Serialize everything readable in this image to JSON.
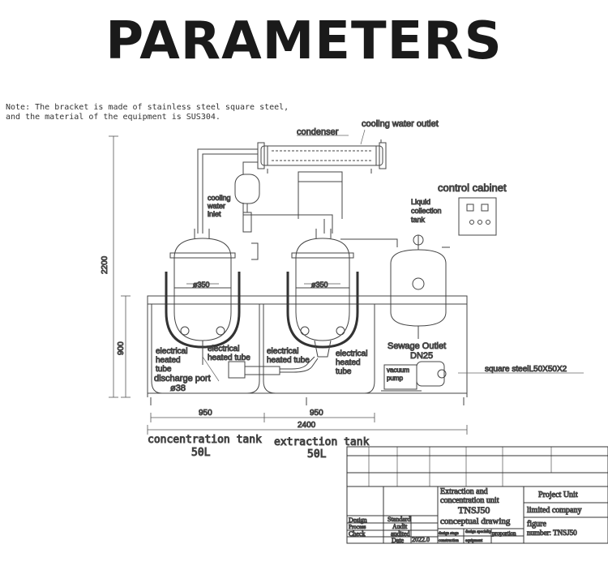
{
  "heading": "PARAMETERS",
  "note": {
    "line1": "Note: The bracket is made of stainless steel square steel,",
    "line2": "and the material of the equipment is SUS304."
  },
  "labels": {
    "condenser": "condenser",
    "cooling_water_outlet": "cooling water outlet",
    "cooling_water_inlet_1": "cooling",
    "cooling_water_inlet_2": "water",
    "cooling_water_inlet_3": "inlet",
    "control_cabinet": "control cabinet",
    "liquid_tank_1": "Liquid",
    "liquid_tank_2": "collection",
    "liquid_tank_3": "tank",
    "diameter_left": "ø350",
    "diameter_right": "ø350",
    "elec_a1": "electrical",
    "elec_a2": "heated",
    "elec_a3": "tube",
    "elec_b1": "electrical",
    "elec_b2": "heated tube",
    "elec_c1": "electrical",
    "elec_c2": "heated tube",
    "elec_d1": "electrical",
    "elec_d2": "heated",
    "elec_d3": "tube",
    "discharge_port": "discharge port",
    "discharge_size": "ø38",
    "sewage_outlet": "Sewage Outlet",
    "sewage_size": "DN25",
    "vacuum_pump_1": "vacuum",
    "vacuum_pump_2": "pump",
    "square_steel": "square steelL50X50X2",
    "dim_2200": "2200",
    "dim_900": "900",
    "dim_950_left": "950",
    "dim_950_right": "950",
    "dim_2400": "2400",
    "concentration_tank": "concentration tank",
    "concentration_vol": "50L",
    "extraction_tank": "extraction tank",
    "extraction_vol": "50L"
  },
  "title_block": {
    "product_line1": "Extraction and",
    "product_line2": "concentration unit",
    "model": "TNSJ50",
    "drawing_type": "conceptual drawing",
    "project_unit": "Project Unit",
    "company": "limited company",
    "figure_label": "figure",
    "figure_number": "number: TNSJ50",
    "design": "Design",
    "process": "Process",
    "check": "Check",
    "standard": "Standard",
    "audit": "Audit",
    "audited": "audited",
    "date_label": "Date",
    "date_value": "2022.0",
    "design_stage": "design stage",
    "design_specialty": "design specialty",
    "proportion": "proportion",
    "construction": "construction",
    "equipment": "equipment"
  }
}
